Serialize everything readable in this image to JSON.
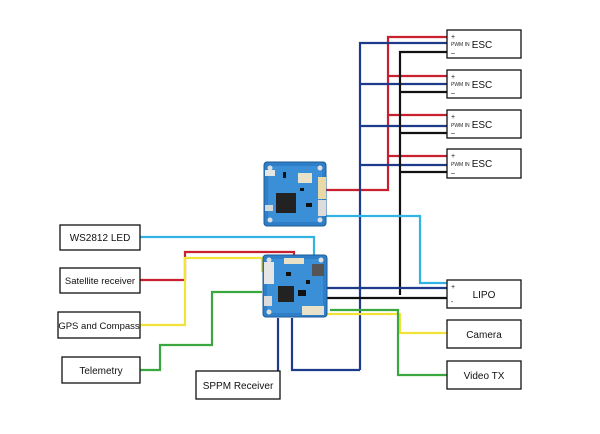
{
  "left_devices": [
    {
      "id": "ws2812",
      "label": "WS2812 LED"
    },
    {
      "id": "satellite",
      "label": "Satellite receiver"
    },
    {
      "id": "gps",
      "label": "GPS and Compass"
    },
    {
      "id": "telemetry",
      "label": "Telemetry"
    }
  ],
  "bottom_device": {
    "label": "SPPM Receiver"
  },
  "escs": [
    {
      "label": "ESC",
      "plus": "+",
      "signal": "PWM IN",
      "minus": "–"
    },
    {
      "label": "ESC",
      "plus": "+",
      "signal": "PWM IN",
      "minus": "–"
    },
    {
      "label": "ESC",
      "plus": "+",
      "signal": "PWM IN",
      "minus": "–"
    },
    {
      "label": "ESC",
      "plus": "+",
      "signal": "PWM IN",
      "minus": "–"
    }
  ],
  "right_devices": [
    {
      "id": "lipo",
      "label": "LIPO",
      "plus": "+",
      "minus": "-"
    },
    {
      "id": "camera",
      "label": "Camera"
    },
    {
      "id": "videotx",
      "label": "Video TX"
    }
  ],
  "colors": {
    "red": "#c8202f",
    "navy": "#1e3a8a",
    "black": "#111111",
    "cyan": "#33b3e5",
    "yellow": "#f2e33a",
    "green": "#3aa83f",
    "board": "#2f7fc8"
  }
}
